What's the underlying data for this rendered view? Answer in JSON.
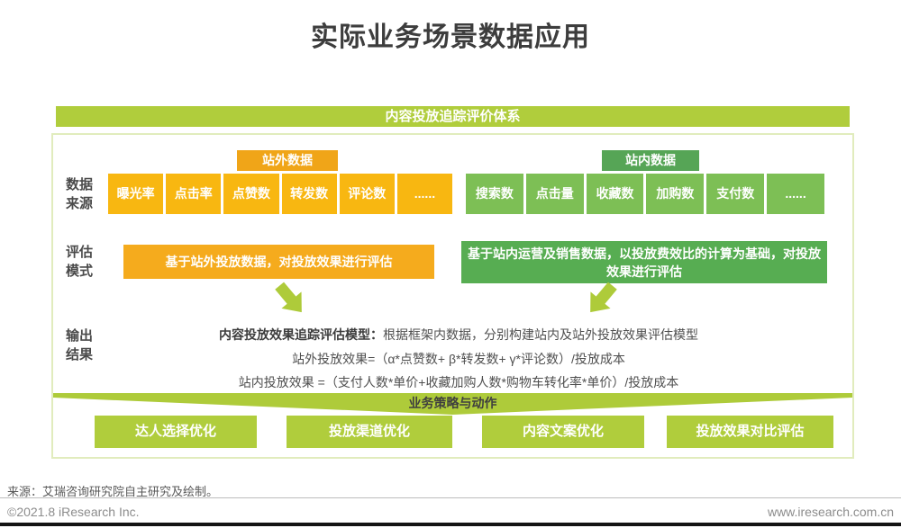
{
  "title": "实际业务场景数据应用",
  "framework": {
    "header": "内容投放追踪评价体系",
    "row_labels": {
      "data_source": "数据来源",
      "evaluation": "评估模式",
      "output": "输出结果"
    },
    "offsite": {
      "label": "站外数据",
      "metrics": [
        "曝光率",
        "点击率",
        "点赞数",
        "转发数",
        "评论数",
        "......"
      ],
      "evaluation": "基于站外投放数据，对投放效果进行评估"
    },
    "onsite": {
      "label": "站内数据",
      "metrics": [
        "搜索数",
        "点击量",
        "收藏数",
        "加购数",
        "支付数",
        "......"
      ],
      "evaluation": "基于站内运营及销售数据，以投放费效比的计算为基础，对投放效果进行评估"
    },
    "output": {
      "model_title": "内容投放效果追踪评估模型：",
      "model_desc": "根据框架内数据，分别构建站内及站外投放效果评估模型",
      "formula_offsite": "站外投放效果=（α*点赞数+ β*转发数+ γ*评论数）/投放成本",
      "formula_onsite": "站内投放效果 =（支付人数*单价+收藏加购人数*购物车转化率*单价）/投放成本"
    },
    "banner": "业务策略与动作",
    "actions": [
      "达人选择优化",
      "投放渠道优化",
      "内容文案优化",
      "投放效果对比评估"
    ]
  },
  "footer": {
    "source": "来源：艾瑞咨询研究院自主研究及绘制。",
    "copyright": "©2021.8 iResearch Inc.",
    "website": "www.iresearch.com.cn"
  },
  "colors": {
    "lime": "#b0cd3c",
    "orange_tag": "#f0a518",
    "orange_box": "#f8b711",
    "orange_eval": "#f5ab1d",
    "green_tag": "#56a556",
    "green_box": "#7dbf55",
    "green_eval": "#57ad52",
    "frame_border": "#e1ecbd",
    "title_text": "#3d3d3d"
  }
}
